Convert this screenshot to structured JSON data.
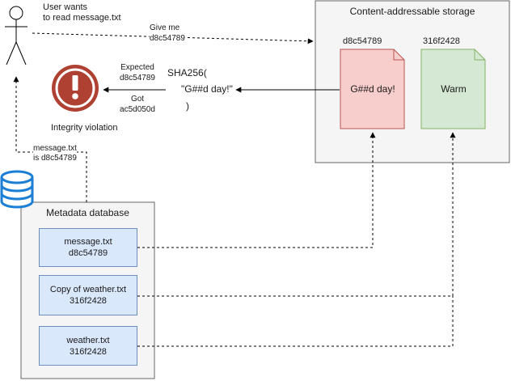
{
  "user": {
    "label_line1": "User wants",
    "label_line2": "to read message.txt"
  },
  "request": {
    "line1": "Give me",
    "line2": "d8c54789"
  },
  "storage": {
    "title": "Content-addressable storage",
    "blobs": [
      {
        "hash": "d8c54789",
        "content": "G##d day!",
        "fill": "#f8cecc",
        "stroke": "#b85450"
      },
      {
        "hash": "316f2428",
        "content": "Warm",
        "fill": "#d5e8d4",
        "stroke": "#82b366"
      }
    ]
  },
  "sha": {
    "line1": "SHA256(",
    "line2": "\"G##d day!\"",
    "line3": ")"
  },
  "check": {
    "expected_label": "Expected",
    "expected_value": "d8c54789",
    "got_label": "Got",
    "got_value": "ac5d050d",
    "violation_label": "Integrity violation",
    "error_color": "#ae4132"
  },
  "lookup": {
    "line1": "message.txt",
    "line2": "is d8c54789"
  },
  "metadata": {
    "title": "Metadata database",
    "entries": [
      {
        "name": "message.txt",
        "hash": "d8c54789"
      },
      {
        "name": "Copy of weather.txt",
        "hash": "316f2428"
      },
      {
        "name": "weather.txt",
        "hash": "316f2428"
      }
    ]
  },
  "icons": {
    "user": "person-icon",
    "database": "database-icon",
    "error": "error-icon"
  },
  "colors": {
    "metadata_fill": "#dae8fc",
    "metadata_stroke": "#6c8ebf",
    "database_icon": "#1c7fd6"
  }
}
